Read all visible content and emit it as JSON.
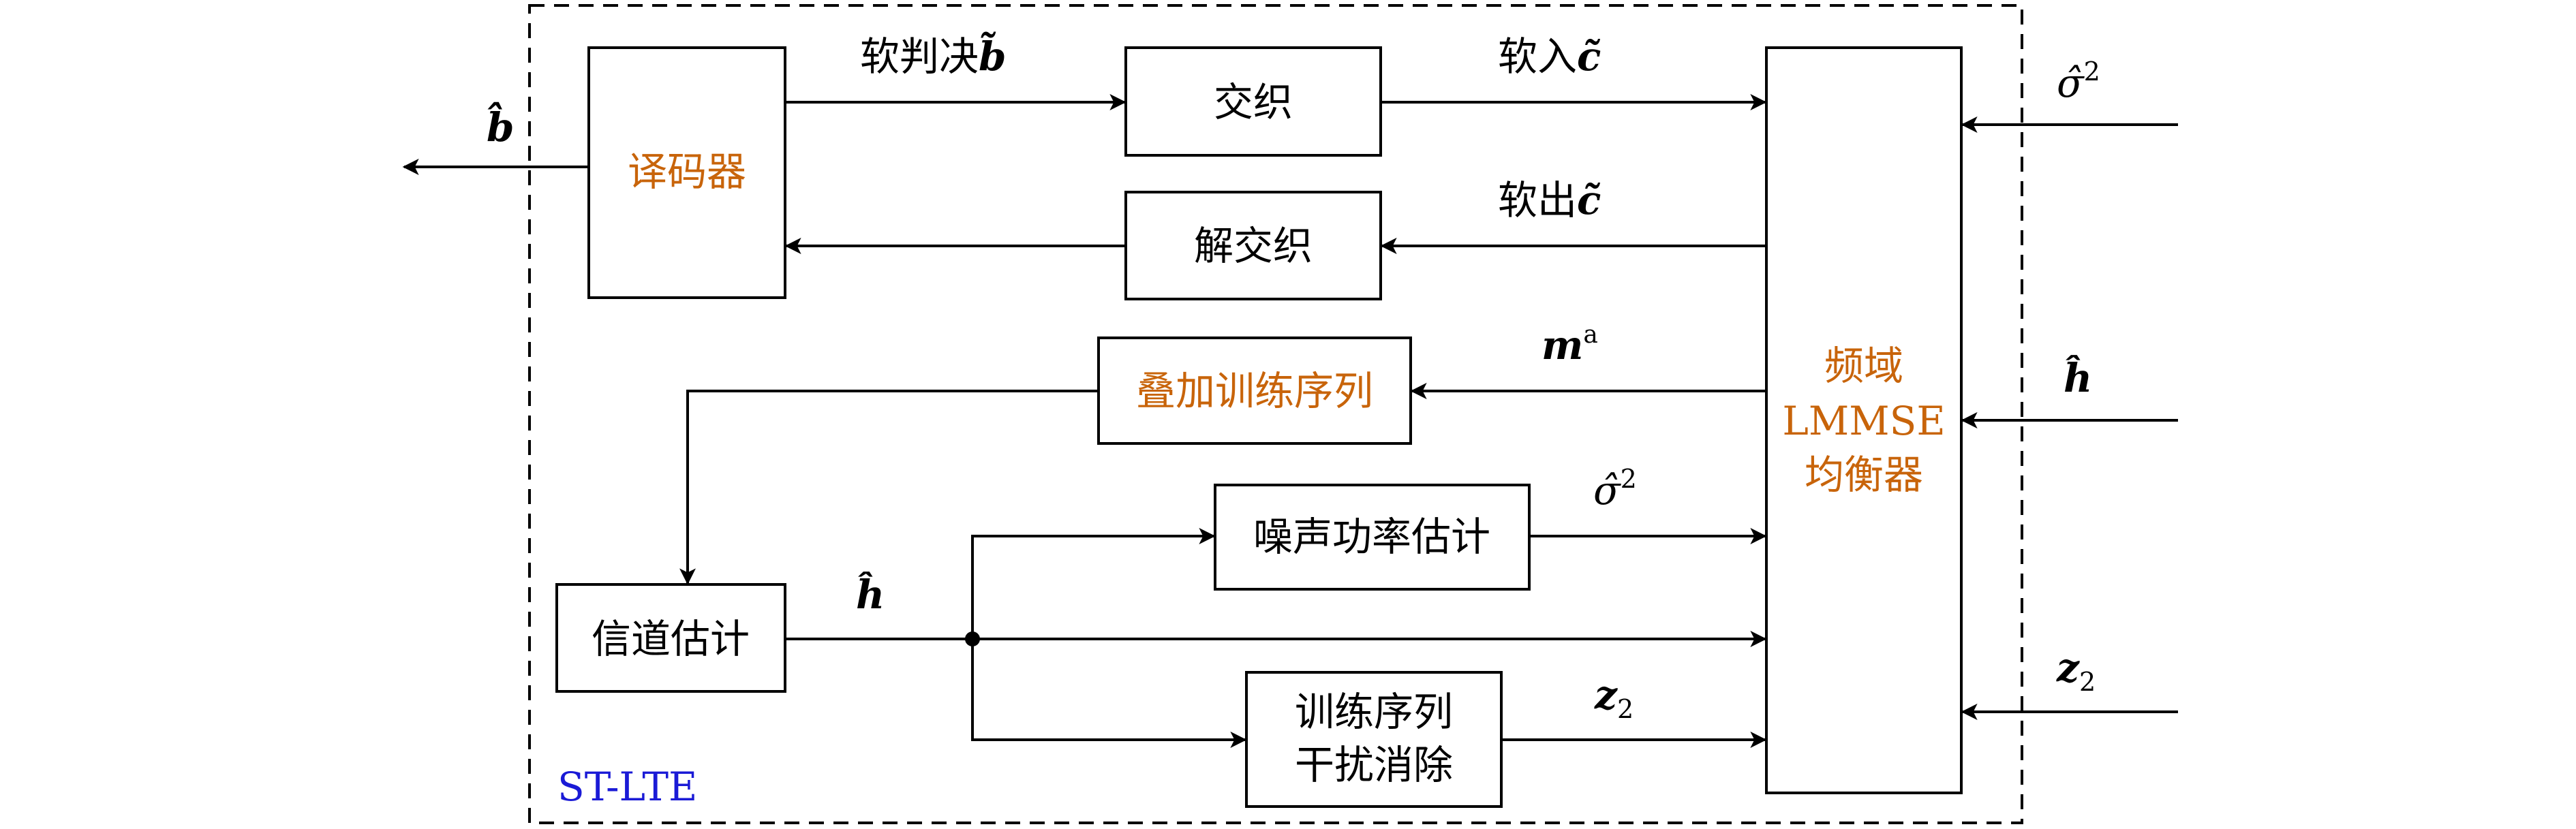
{
  "frame_label": "ST-LTE",
  "blocks": {
    "decoder": "译码器",
    "interleaver": "交织",
    "deinterleaver": "解交织",
    "superimposed_training": "叠加训练序列",
    "channel_estimation": "信道估计",
    "noise_power": "噪声功率估计",
    "cancellation_line1": "训练序列",
    "cancellation_line2": "干扰消除",
    "equalizer_line1": "频域",
    "equalizer_line2": "LMMSE",
    "equalizer_line3": "均衡器"
  },
  "signals": {
    "soft_decision_text": "软判决",
    "soft_decision_sym": "b̃",
    "soft_in_text": "软入",
    "soft_in_sym": "c̃",
    "soft_out_text": "软出",
    "soft_out_sym": "c̃",
    "m_a_base": "m",
    "m_a_sup": "a",
    "b_hat": "b̂",
    "h_hat": "ĥ",
    "sigma_base": "σ̂",
    "sigma_sup": "2",
    "z_base": "z",
    "z_sub": "2"
  },
  "colors": {
    "highlight_blocks": "#c8640a",
    "frame_label": "#1a1ad6",
    "lines": "#000000"
  }
}
